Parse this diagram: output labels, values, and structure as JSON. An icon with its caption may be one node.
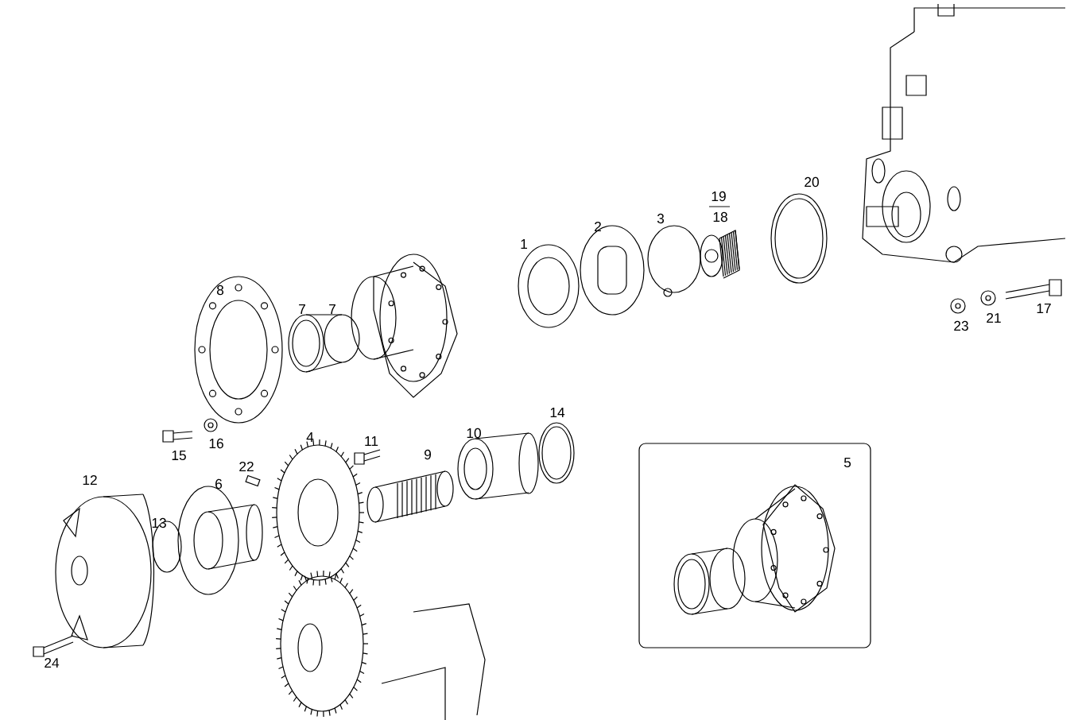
{
  "diagram": {
    "nodes": [
      {
        "text": [
          "5"
        ]
      }
    ],
    "labels": [
      "19",
      "20",
      "18",
      "2",
      "3",
      "1",
      "8",
      "7",
      "7",
      "23",
      "21",
      "17",
      "14",
      "4",
      "11",
      "10",
      "9",
      "15",
      "16",
      "22",
      "12",
      "6",
      "13",
      "24"
    ]
  }
}
